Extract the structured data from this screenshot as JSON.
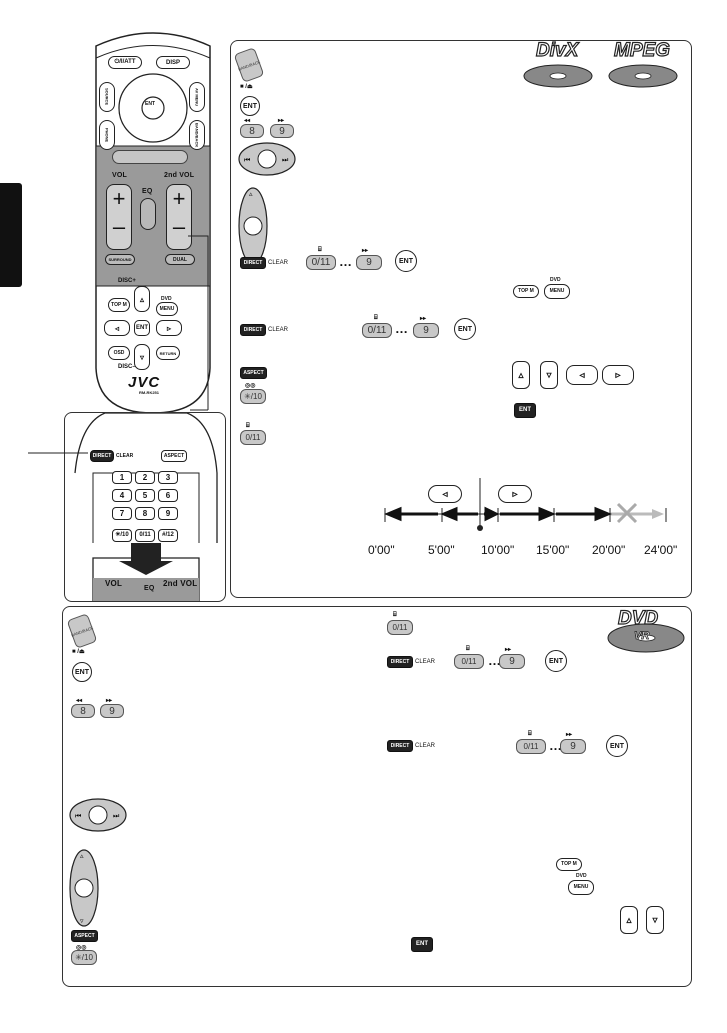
{
  "remote": {
    "keys": {
      "att": "⏻/I/ATT",
      "disp": "DISP",
      "source": "SOURCE",
      "avmenu": "AV MENU",
      "phone": "PHONE",
      "bandback": "BAND/BACK",
      "ent": "ENT",
      "vol": "VOL",
      "vol2": "2nd VOL",
      "eq": "EQ",
      "surround": "SURROUND",
      "dual": "DUAL",
      "discplus": "DISC+",
      "discminus": "DISC–",
      "topm": "TOP M",
      "dvdmenu_top": "DVD",
      "dvdmenu": "MENU",
      "osd": "OSD",
      "return": "RETURN",
      "brand": "JVC",
      "model": "RM-RK251"
    },
    "zoom_keys": {
      "direct": "DIRECT",
      "clear": "CLEAR",
      "aspect": "ASPECT",
      "digits": [
        "1",
        "2",
        "3",
        "4",
        "5",
        "6",
        "7",
        "8",
        "9"
      ],
      "bottom": [
        "✳/10",
        "0/11",
        "#/12"
      ],
      "vol": "VOL",
      "eq": "EQ",
      "vol2": "2nd VOL"
    }
  },
  "top_panel": {
    "disc_logos": [
      "DivX",
      "MPEG"
    ],
    "keys": {
      "bandback": "BAND/BACK",
      "ent": "ENT",
      "rew_digit": "8",
      "ff_digit": "9",
      "direct": "DIRECT",
      "clear": "CLEAR",
      "zero": "0/11",
      "nine": "9",
      "aspect": "ASPECT",
      "star": "✳/10",
      "topm": "TOP M",
      "dvd": "DVD",
      "menu": "MENU",
      "ellipsis": "…"
    },
    "timeline": {
      "ticks": [
        "0'00\"",
        "5'00\"",
        "10'00\"",
        "15'00\"",
        "20'00\"",
        "24'00\""
      ]
    }
  },
  "bottom_panel": {
    "disc_logo": "DVD",
    "disc_sub": "VR",
    "keys": {
      "bandback": "BAND/BACK",
      "ent": "ENT",
      "rew_digit": "8",
      "ff_digit": "9",
      "aspect": "ASPECT",
      "star": "✳/10",
      "zero": "0/11",
      "direct": "DIRECT",
      "clear": "CLEAR",
      "nine": "9",
      "topm": "TOP M",
      "dvd": "DVD",
      "menu": "MENU",
      "ellipsis": "…"
    }
  }
}
